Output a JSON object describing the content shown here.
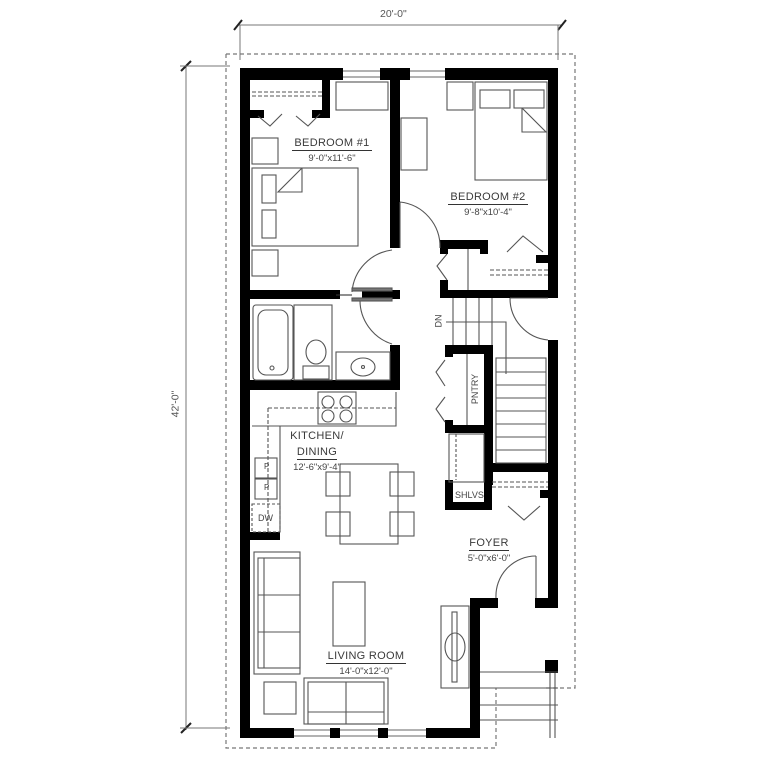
{
  "plan": {
    "overall_width": "20'-0\"",
    "overall_depth": "42'-0\"",
    "colors": {
      "wall": "#000000",
      "line": "#555555",
      "dashed": "#777777",
      "text": "#3a3a3a",
      "background": "#ffffff"
    }
  },
  "rooms": {
    "bedroom1": {
      "name": "BEDROOM #1",
      "dims": "9'-0\"x11'-6\""
    },
    "bedroom2": {
      "name": "BEDROOM #2",
      "dims": "9'-8\"x10'-4\""
    },
    "kitchen": {
      "name_line1": "KITCHEN/",
      "name_line2": "DINING",
      "dims": "12'-6\"x9'-4\""
    },
    "foyer": {
      "name": "FOYER",
      "dims": "5'-0\"x6'-0\""
    },
    "living": {
      "name": "LIVING ROOM",
      "dims": "14'-0\"x12'-0\""
    }
  },
  "annotations": {
    "stair_down": "DN",
    "pantry": "PNTRY",
    "shelves": "SHLVS",
    "dishwasher": "DW",
    "sink_left": "P",
    "sink_right": "P"
  }
}
